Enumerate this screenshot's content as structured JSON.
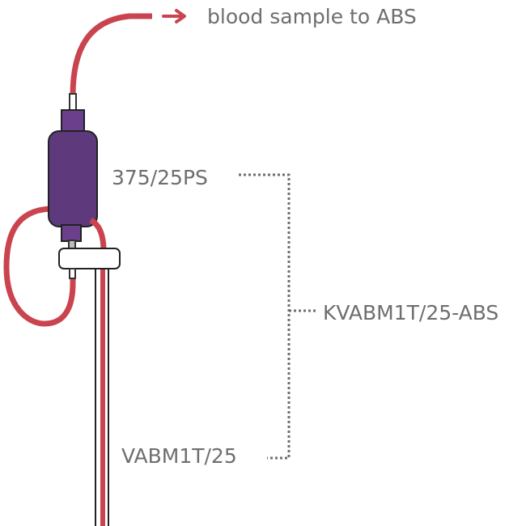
{
  "labels": {
    "sample_out": "blood sample to ABS",
    "connector": "375/25PS",
    "kit": "KVABM1T/25-ABS",
    "catheter": "VABM1T/25"
  },
  "colors": {
    "tubing": "#c9444e",
    "body": "#5e3a7c",
    "cap": "#6b3f8c",
    "clamp": "#ffffff",
    "bracket": "#6d6e70",
    "text": "#6d6e70"
  }
}
